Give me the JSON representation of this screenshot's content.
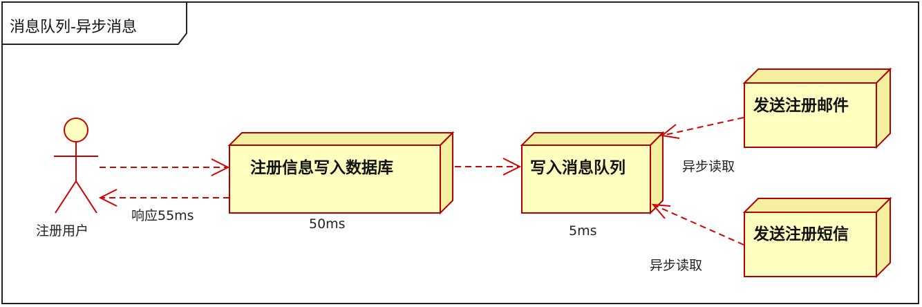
{
  "frame": {
    "title": "消息队列-异步消息"
  },
  "actor": {
    "label": "注册用户"
  },
  "nodes": {
    "db": {
      "label": "注册信息写入数据库",
      "time": "50ms"
    },
    "mq": {
      "label": "写入消息队列",
      "time": "5ms"
    },
    "email": {
      "label": "发送注册邮件"
    },
    "sms": {
      "label": "发送注册短信"
    }
  },
  "edges": {
    "response": "响应55ms",
    "async_read_top": "异步读取",
    "async_read_bottom": "异步读取"
  },
  "colors": {
    "line": "#d40000",
    "node_fill": "#ffffc0",
    "node_border": "#b00000"
  }
}
